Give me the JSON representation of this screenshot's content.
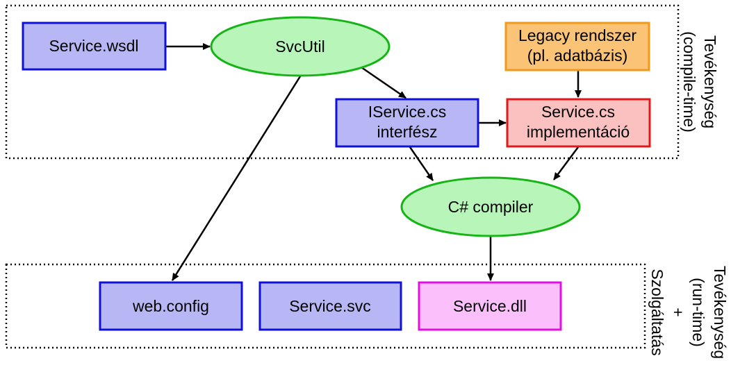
{
  "regions": {
    "compile_time": {
      "label_line1": "Tevékenység",
      "label_line2": "(compile-time)"
    },
    "run_time": {
      "label_line1": "Tevékenység",
      "label_line2": "(run-time)",
      "label_line3": "+",
      "label_line4": "Szolgáltatás"
    }
  },
  "nodes": {
    "service_wsdl": {
      "label": "Service.wsdl"
    },
    "svcutil": {
      "label": "SvcUtil"
    },
    "legacy": {
      "label_line1": "Legacy rendszer",
      "label_line2": "(pl. adatbázis)"
    },
    "iservice": {
      "label_line1": "IService.cs",
      "label_line2": "interfész"
    },
    "service_cs": {
      "label_line1": "Service.cs",
      "label_line2": "implementáció"
    },
    "compiler": {
      "label": "C# compiler"
    },
    "web_config": {
      "label": "web.config"
    },
    "service_svc": {
      "label": "Service.svc"
    },
    "service_dll": {
      "label": "Service.dll"
    }
  },
  "colors": {
    "blue_fill": "#b7b7f5",
    "blue_stroke": "#1010d8",
    "green_fill": "#b8f5b8",
    "green_stroke": "#16b416",
    "orange_fill": "#fbc376",
    "orange_stroke": "#f09a1c",
    "red_fill": "#fbc0c0",
    "red_stroke": "#e01818",
    "pink_fill": "#fbc0fb",
    "pink_stroke": "#e010e0"
  }
}
